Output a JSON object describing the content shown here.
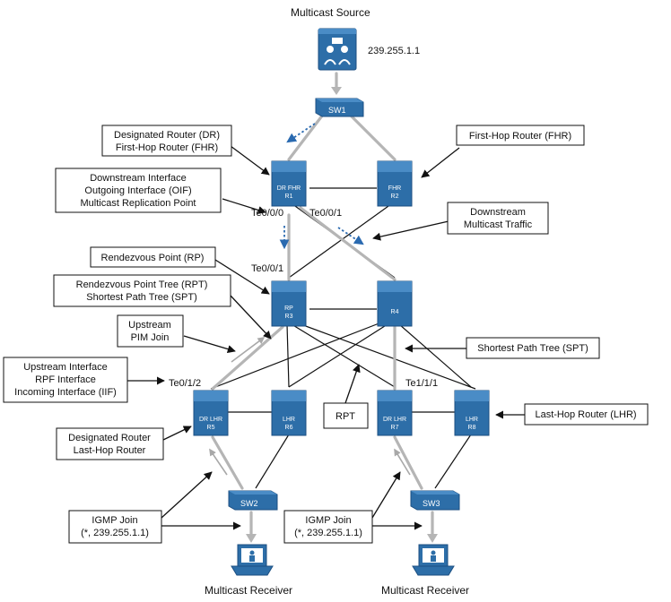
{
  "title": "Multicast Source",
  "group_address": "239.255.1.1",
  "switches": {
    "sw1": "SW1",
    "sw2": "SW2",
    "sw3": "SW3"
  },
  "routers": {
    "r1": {
      "line1": "DR FHR",
      "line2": "R1"
    },
    "r2": {
      "line1": "FHR",
      "line2": "R2"
    },
    "r3": {
      "line1": "RP",
      "line2": "R3"
    },
    "r4": {
      "line1": "",
      "line2": "R4"
    },
    "r5": {
      "line1": "DR LHR",
      "line2": "R5"
    },
    "r6": {
      "line1": "LHR",
      "line2": "R6"
    },
    "r7": {
      "line1": "DR LHR",
      "line2": "R7"
    },
    "r8": {
      "line1": "LHR",
      "line2": "R8"
    }
  },
  "interfaces": {
    "te000": "Te0/0/0",
    "te001_a": "Te0/0/1",
    "te001_b": "Te0/0/1",
    "te012": "Te0/1/2",
    "te111": "Te1/1/1"
  },
  "callouts": {
    "dr_fhr": [
      "Designated Router (DR)",
      "First-Hop Router (FHR)"
    ],
    "fhr": [
      "First-Hop Router (FHR)"
    ],
    "downstream_if": [
      "Downstream Interface",
      "Outgoing Interface (OIF)",
      "Multicast Replication Point"
    ],
    "downstream_traffic": [
      "Downstream",
      "Multicast Traffic"
    ],
    "rp": [
      "Rendezvous Point (RP)"
    ],
    "rpt_spt": [
      "Rendezvous Point Tree (RPT)",
      "Shortest Path Tree (SPT)"
    ],
    "upstream_join": [
      "Upstream",
      "PIM Join"
    ],
    "spt": [
      "Shortest Path Tree (SPT)"
    ],
    "upstream_if": [
      "Upstream Interface",
      "RPF Interface",
      "Incoming Interface (IIF)"
    ],
    "rpt": [
      "RPT"
    ],
    "lhr": [
      "Last-Hop Router (LHR)"
    ],
    "dr_lhr": [
      "Designated Router",
      "Last-Hop Router"
    ],
    "igmp_left": [
      "IGMP Join",
      "(*, 239.255.1.1)"
    ],
    "igmp_right": [
      "IGMP Join",
      "(*, 239.255.1.1)"
    ]
  },
  "receivers": {
    "left": "Multicast Receiver",
    "right": "Multicast Receiver"
  },
  "colors": {
    "device": "#2d6ea8",
    "device_dark": "#1c4f82",
    "link": "#111111",
    "tree": "#b5b5b5",
    "flow": "#2a6ab0"
  }
}
